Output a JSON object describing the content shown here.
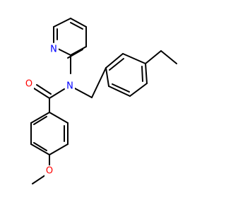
{
  "molecule": {
    "atoms": {
      "carbonyl_oxygen": "O",
      "amide_nitrogen": "N",
      "pyridine_nitrogen": "N",
      "methoxy_oxygen": "O"
    },
    "colors": {
      "carbon": "#000000",
      "nitrogen": "#0000ff",
      "oxygen": "#ff0000",
      "background": "#ffffff"
    }
  }
}
